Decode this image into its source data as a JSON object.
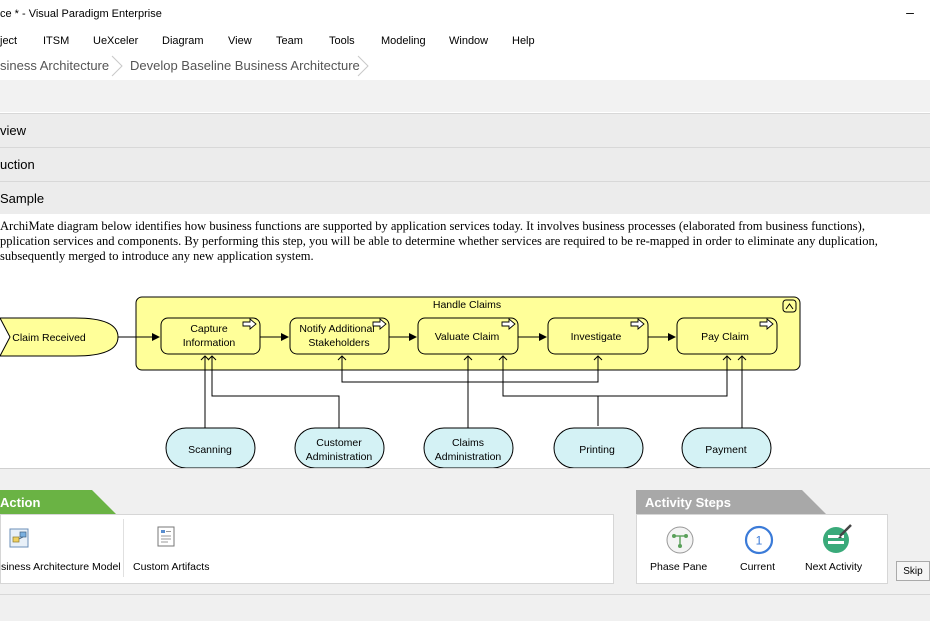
{
  "window": {
    "title": "ce * - Visual Paradigm Enterprise",
    "minimize_glyph": "–"
  },
  "menu": [
    "ject",
    "ITSM",
    "UeXceler",
    "Diagram",
    "View",
    "Team",
    "Tools",
    "Modeling",
    "Window",
    "Help"
  ],
  "breadcrumb": [
    "siness Architecture",
    "Develop Baseline Business Architecture"
  ],
  "sections": [
    "view",
    "uction",
    "Sample"
  ],
  "description": [
    "ArchiMate diagram below identifies how business functions are supported by application services today. It involves business processes (elaborated from business functions),",
    "pplication services and components. By performing this step, you will be able to determine whether services are required to be re-mapped in order to eliminate any duplication,",
    "subsequently merged to introduce any new application system."
  ],
  "diagram": {
    "group_title": "Handle Claims",
    "event": "Claim Received",
    "processes": [
      [
        "Capture",
        "Information"
      ],
      [
        "Notify Additional",
        "Stakeholders"
      ],
      [
        "Valuate Claim"
      ],
      [
        "Investigate"
      ],
      [
        "Pay Claim"
      ]
    ],
    "services": [
      [
        "Scanning"
      ],
      [
        "Customer",
        "Administration"
      ],
      [
        "Claims",
        "Administration"
      ],
      [
        "Printing"
      ],
      [
        "Payment"
      ]
    ]
  },
  "action": {
    "tab": "Action",
    "items": [
      "siness Architecture Model",
      "Custom Artifacts"
    ]
  },
  "activity_steps": {
    "tab": "Activity Steps",
    "items": [
      "Phase Pane",
      "Current",
      "Next Activity"
    ],
    "current_number": "1"
  },
  "skip_label": "Skip",
  "colors": {
    "action_tab": "#6ab344",
    "steps_tab": "#a8a8a8",
    "group_fill": "#ffff99",
    "service_fill": "#d4f2f5",
    "current_ring": "#3b7bd8"
  }
}
